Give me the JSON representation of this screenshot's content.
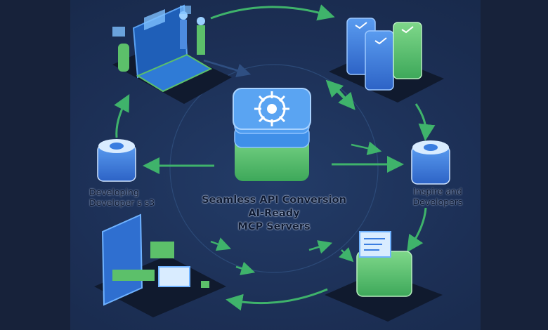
{
  "center": {
    "line1": "Seamless API Conversion",
    "line2": "AI-Ready",
    "line3": "MCP Servers"
  },
  "left_label": {
    "line1": "Developing",
    "line2": "Developer s s3"
  },
  "right_label": {
    "line1": "Inspire and",
    "line2": "Developers"
  },
  "colors": {
    "background": "#1d3157",
    "arrow": "#3fb36b",
    "server_blue": "#3a7de0",
    "server_green": "#5cc06a",
    "platform": "#101a2e"
  }
}
